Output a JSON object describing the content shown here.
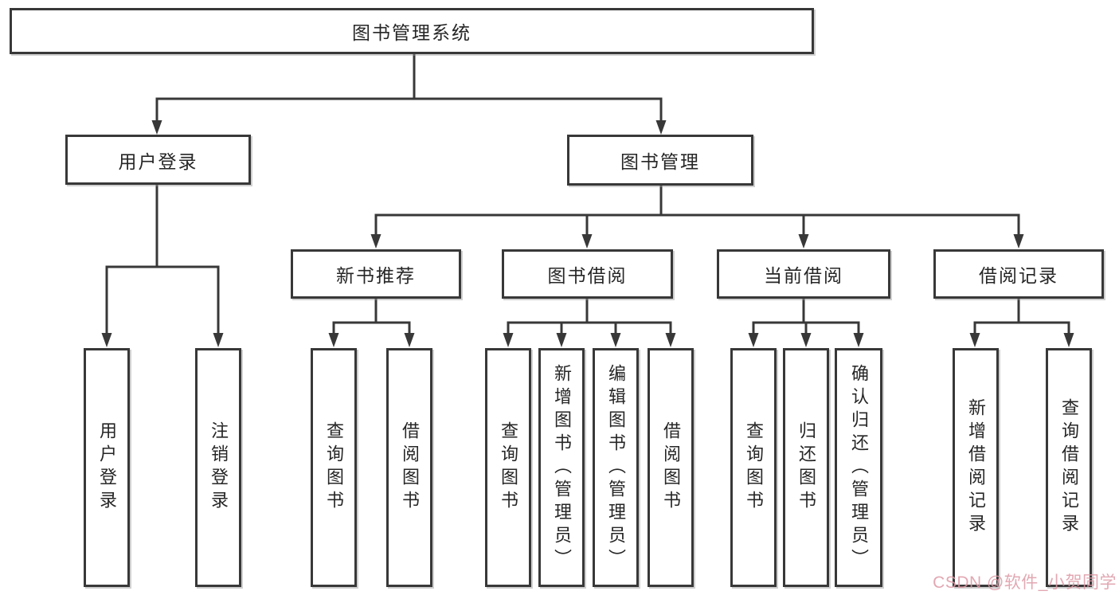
{
  "diagram_title": "图书管理系统",
  "tree": {
    "root": {
      "label": "图书管理系统"
    },
    "branches": [
      {
        "label": "用户登录",
        "children": [
          {
            "label": "用户登录"
          },
          {
            "label": "注销登录"
          }
        ]
      },
      {
        "label": "图书管理",
        "children": [
          {
            "label": "新书推荐",
            "children": [
              {
                "label": "查询图书"
              },
              {
                "label": "借阅图书"
              }
            ]
          },
          {
            "label": "图书借阅",
            "children": [
              {
                "label": "查询图书"
              },
              {
                "label": "新增图书（管理员）"
              },
              {
                "label": "编辑图书（管理员）"
              },
              {
                "label": "借阅图书"
              }
            ]
          },
          {
            "label": "当前借阅",
            "children": [
              {
                "label": "查询图书"
              },
              {
                "label": "归还图书"
              },
              {
                "label": "确认归还（管理员）"
              }
            ]
          },
          {
            "label": "借阅记录",
            "children": [
              {
                "label": "新增借阅记录"
              },
              {
                "label": "查询借阅记录"
              }
            ]
          }
        ]
      }
    ]
  },
  "watermark": {
    "text": "CSDN @软件_小贺同学",
    "color": "#dd99a5"
  },
  "style": {
    "line_color": "#383838",
    "border_color": "#383838",
    "text_color": "#262626",
    "background": "#ffffff"
  }
}
